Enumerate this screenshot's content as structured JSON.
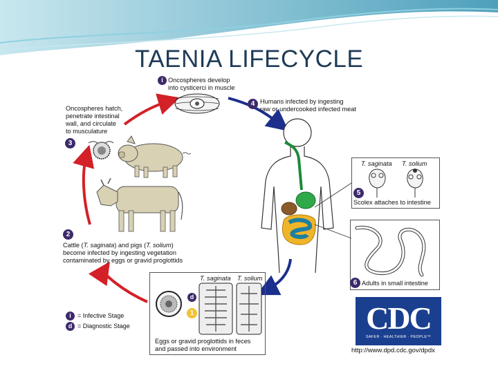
{
  "slide": {
    "title": "TAENIA LIFECYCLE"
  },
  "stages": {
    "s1": {
      "badge": "i",
      "text1": "Oncospheres develop",
      "text2": "into cysticerci in muscle"
    },
    "s2": {
      "badge": "2",
      "line1_a": "Cattle (",
      "line1_b": "T. saginata",
      "line1_c": ") and pigs (",
      "line1_d": "T. solium",
      "line1_e": ")",
      "line2": "become infected by ingesting vegetation",
      "line3": "contaminated by eggs or gravid proglottids"
    },
    "s3": {
      "badge": "3",
      "text1": "Oncospheres hatch,",
      "text2": "penetrate intestinal",
      "text3": "wall, and circulate",
      "text4": "to musculature"
    },
    "s4": {
      "badge": "4",
      "text1": "Humans infected by ingesting",
      "text2": "raw or undercooked infected meat"
    },
    "s5": {
      "badge": "5",
      "text": "Scolex attaches to intestine",
      "species1": "T. saginata",
      "species2": "T. solium"
    },
    "s6": {
      "badge": "6",
      "text": "Adults in small intestine"
    },
    "s7": {
      "badge": "1",
      "text1": "Eggs or gravid proglottids in feces",
      "text2": "and passed into environment",
      "species1": "T. saginata",
      "species2": "T. solium",
      "diag_badge": "d"
    }
  },
  "legend": {
    "infective_badge": "i",
    "infective_label": "= Infective Stage",
    "diagnostic_badge": "d",
    "diagnostic_label": "= Diagnostic Stage"
  },
  "source": {
    "logo": "CDC",
    "tagline": "SAFER · HEALTHIER · PEOPLE™",
    "url": "http://www.dpd.cdc.gov/dpdx"
  },
  "colors": {
    "arrow_red": "#d42027",
    "arrow_blue": "#1c2f8c",
    "badge": "#3c2a6b",
    "title": "#1f3b57",
    "cdc_blue": "#1b3f8f"
  }
}
